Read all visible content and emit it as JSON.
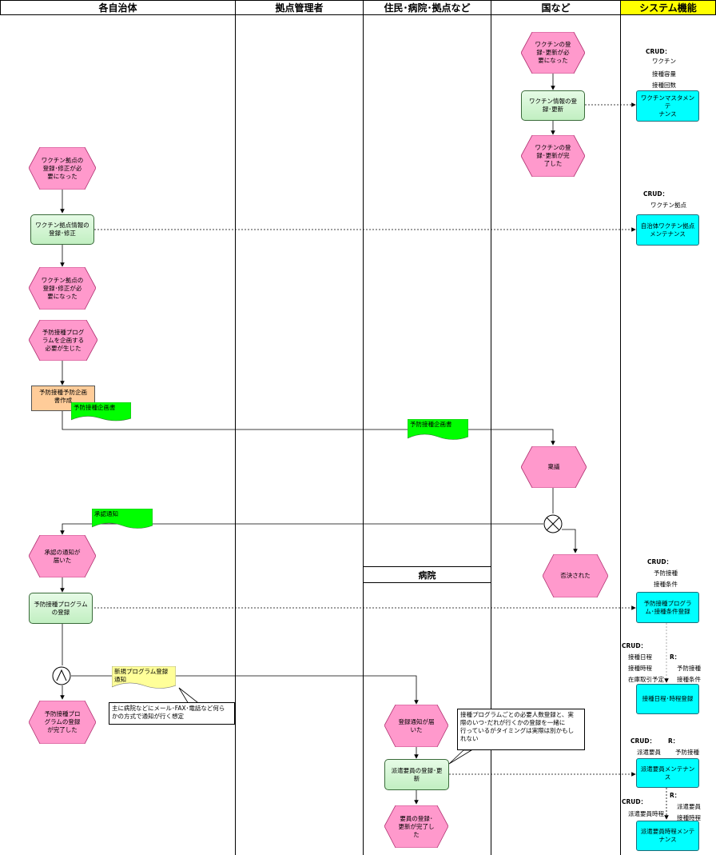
{
  "lanes": {
    "municipality": "各自治体",
    "site_manager": "拠点管理者",
    "residents": "住民･病院･拠点など",
    "national": "国など",
    "system": "システム機能",
    "hospital": "病院"
  },
  "colors": {
    "event_fill": "#ff99cc",
    "process_fill": "#ccffcc",
    "system_fill": "#00ffff",
    "document_fill": "#00ff00",
    "note_fill": "#ffff99",
    "header_highlight": "#ffff00",
    "plan_fill": "#ffcc99"
  },
  "national": {
    "event_vaccine_need": "ワクチンの登\n録･更新が必\n要になった",
    "proc_vaccine_info": "ワクチン情報の登\n録･更新",
    "event_vaccine_done": "ワクチンの登\n録･更新が完\n了した",
    "event_decision": "稟議",
    "event_rejected": "否決された"
  },
  "municipality": {
    "event_site_need": "ワクチン拠点の\n登録･修正が必\n要になった",
    "proc_site_info": "ワクチン拠点情報の\n登録･修正",
    "event_site_done": "ワクチン拠点の\n登録･修正が必\n要になった",
    "event_plan_need": "予防接種プログ\nラムを企画する\n必要が生じた",
    "plan_create": "予防接種予防企画\n書作成",
    "doc_plan": "予防接種企画書",
    "doc_approval": "承認通知",
    "event_approval_received": "承認の通知が\n届いた",
    "proc_program_register": "予防接種プログラム\nの登録",
    "event_program_done": "予防接種プロ\nグラムの登録\nが完了した"
  },
  "residents": {
    "doc_plan_copy": "予防接種企画書",
    "event_notice_received": "登録通知が届\nいた",
    "proc_staff_register": "派遣要員の登録･更\n新",
    "event_staff_done": "要員の登録･\n更新が完了し\nた"
  },
  "notes": {
    "new_program_notice": "新規プログラム登録\n通知",
    "notice_comment": "主に病院などにメール･FAX･電話など何ら\nかの方式で通知が行く想定",
    "staff_comment": "接種プログラムごとの必要人数登録と、実\n際のいつ･だれが行くかの登録を一緒に\n行っているがタイミングは実際は別かもし\nれない"
  },
  "system": {
    "vaccine_master": {
      "label": "ワクチンマスタメンテ\nナンス",
      "crud_title": "CRUD：",
      "crud_items": [
        "ワクチン",
        "接種容量",
        "接種回数"
      ]
    },
    "site_maint": {
      "label": "自治体ワクチン拠点\nメンテナンス",
      "crud_title": "CRUD：",
      "crud_items": [
        "ワクチン拠点"
      ]
    },
    "program_register": {
      "label": "予防接種プログラ\nム･接種条件登録",
      "crud_title": "CRUD：",
      "crud_items": [
        "予防接種",
        "接種条件"
      ]
    },
    "schedule_register": {
      "label": "接種日程･時程登録",
      "crud_title": "CRUD：",
      "crud_items": [
        "接種日程",
        "接種時程",
        "在庫取引予定"
      ],
      "r_title": "R：",
      "r_items": [
        "予防接種",
        "接種条件"
      ]
    },
    "staff_maint": {
      "label": "派遣要員メンテナン\nス",
      "crud_title": "CRUD：",
      "crud_items": [
        "派遣要員"
      ],
      "r_title": "R：",
      "r_items": [
        "予防接種"
      ]
    },
    "staff_schedule_maint": {
      "label": "派遣要員時程メンテ\nナンス",
      "crud_title": "CRUD：",
      "crud_items": [
        "派遣要員時程"
      ],
      "r_title": "R：",
      "r_items": [
        "派遣要員",
        "接種時程"
      ]
    }
  }
}
